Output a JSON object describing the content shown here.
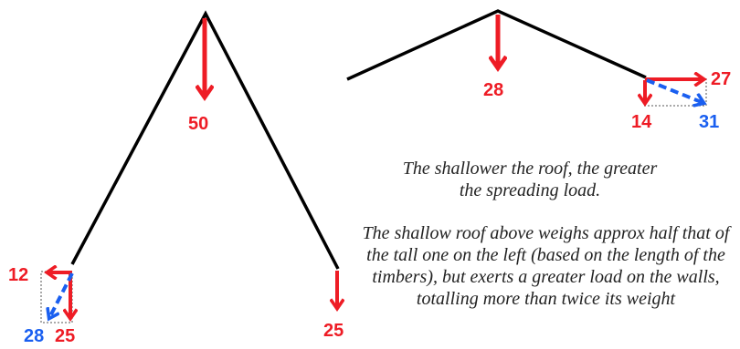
{
  "colors": {
    "roof": "#000000",
    "force": "#ee1c25",
    "resultant": "#1a5ff0"
  },
  "tall_roof": {
    "ridge_load": "50",
    "left_horizontal": "12",
    "left_resultant": "28",
    "left_vertical": "25",
    "right_vertical": "25"
  },
  "shallow_roof": {
    "ridge_load": "28",
    "eave_horizontal": "27",
    "eave_vertical": "14",
    "eave_resultant": "31"
  },
  "captions": {
    "line1": "The shallower the roof, the greater the spreading load.",
    "line2": "The shallow roof above weighs approx half that of the tall one on the left (based on the length of the timbers), but exerts a greater load on the walls, totalling more than twice its weight"
  }
}
